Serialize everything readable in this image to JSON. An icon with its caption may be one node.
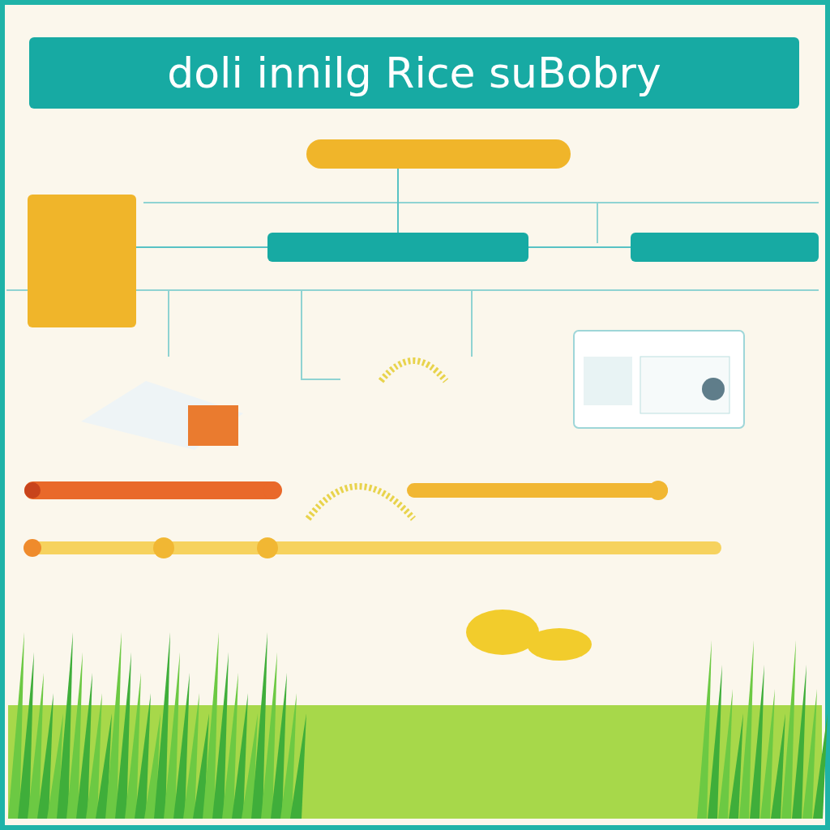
{
  "diagram": {
    "title": "doli innilg Rice suBobry",
    "nodes": [
      {
        "text": [],
        "shape": "box"
      },
      {
        "text": [],
        "shape": "box"
      },
      {
        "text": [],
        "shape": "box"
      },
      {
        "text": [],
        "shape": "box"
      }
    ],
    "edges": [
      {
        "from": 0,
        "to": 1,
        "arrow": "none"
      },
      {
        "from": 1,
        "to": 2,
        "arrow": "none"
      },
      {
        "from": 3,
        "to": 1,
        "arrow": "none"
      }
    ]
  }
}
